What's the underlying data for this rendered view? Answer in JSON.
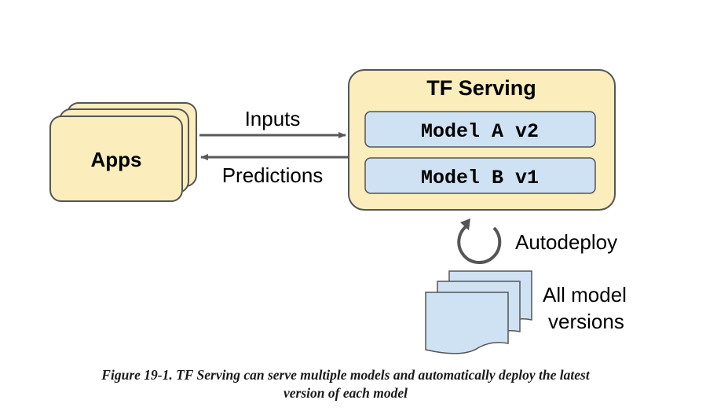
{
  "diagram": {
    "apps_label": "Apps",
    "inputs_label": "Inputs",
    "predictions_label": "Predictions",
    "server_title": "TF Serving",
    "models": [
      {
        "label": "Model A v2"
      },
      {
        "label": "Model B v1"
      }
    ],
    "autodeploy_label": "Autodeploy",
    "versions_label_line1": "All model",
    "versions_label_line2": "versions"
  },
  "caption": {
    "line1": "Figure 19-1. TF Serving can serve multiple models and automatically deploy the latest",
    "line2": "version of each model"
  },
  "colors": {
    "box_fill": "#fbedbc",
    "box_stroke": "#555555",
    "model_fill": "#cfe2f3",
    "doc_fill": "#cfe2f3",
    "arrow": "#595959"
  }
}
